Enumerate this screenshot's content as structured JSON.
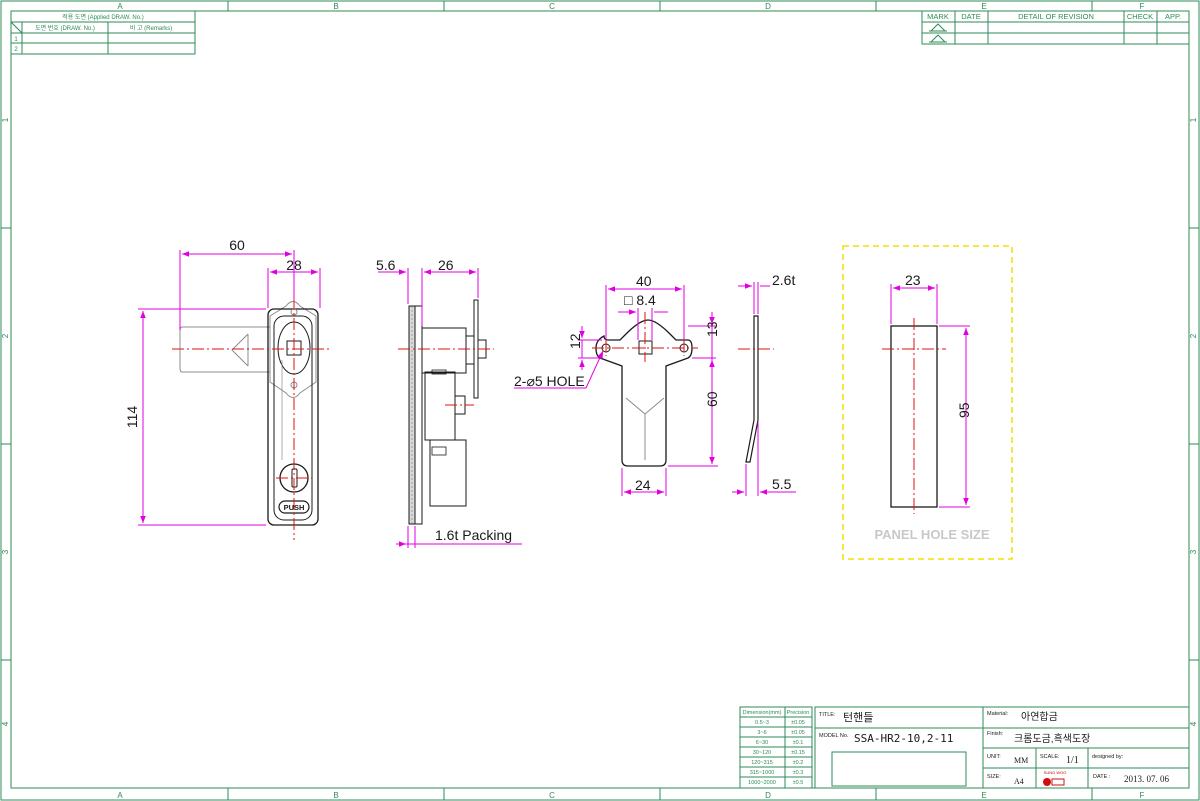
{
  "border": {
    "columns": [
      "A",
      "B",
      "C",
      "D",
      "E",
      "F"
    ],
    "rows": [
      "1",
      "2",
      "3",
      "4"
    ]
  },
  "applied_table": {
    "header": "적용 도면 (Applied DRAW. No.)",
    "col1": "도면 번호 (DRAW. No.)",
    "col2": "비 고 (Remarks)",
    "rows": [
      "1",
      "2"
    ]
  },
  "revision_table": {
    "headers": [
      "MARK",
      "DATE",
      "DETAIL OF REVISION",
      "CHECK",
      "APP."
    ]
  },
  "views": {
    "front": {
      "dim_width_total": "60",
      "dim_width_body": "28",
      "dim_height": "114",
      "push_label": "PUSH"
    },
    "side": {
      "dim_packing_thk": "5.6",
      "dim_depth": "26",
      "packing_label": "1.6t Packing"
    },
    "cam": {
      "dim_width": "40",
      "dim_square": "□ 8.4",
      "dim_offset": "12",
      "dim_offset_r": "13",
      "dim_length": "60",
      "dim_tongue": "24",
      "hole_label": "2-⌀5 HOLE"
    },
    "cam_side": {
      "dim_thk": "2.6t",
      "dim_offset": "5.5"
    },
    "panel": {
      "dim_width": "23",
      "dim_height": "95",
      "label": "PANEL HOLE SIZE"
    }
  },
  "tolerance_table": {
    "headers": [
      "Dimension(mm)",
      "Precision"
    ],
    "rows": [
      [
        "0.5~3",
        "±0.05"
      ],
      [
        "3~6",
        "±0.05"
      ],
      [
        "6~30",
        "±0.1"
      ],
      [
        "30~120",
        "±0.15"
      ],
      [
        "120~315",
        "±0.2"
      ],
      [
        "315~1000",
        "±0.3"
      ],
      [
        "1000~2000",
        "±0.5"
      ]
    ]
  },
  "title_block": {
    "title_label": "TITLE:",
    "title_value": "턴핸들",
    "model_label": "MODEL No.",
    "model_value": "SSA-HR2-10,2-11",
    "material_label": "Material:",
    "material_value": "아연합금",
    "finish_label": "Finish:",
    "finish_value": "크롬도금,흑색도장",
    "unit_label": "UNIT:",
    "unit_value": "MM",
    "scale_label": "SCALE:",
    "scale_value": "1/1",
    "designed_label": "designed by:",
    "size_label": "SIZE:",
    "size_value": "A4",
    "date_label": "DATE :",
    "date_value": "2013. 07. 06",
    "brand": "SUNG WOO"
  },
  "colors": {
    "frame": "#2e8b57",
    "dimension": "#e000e0",
    "centerline": "#e01010",
    "outline": "#1a1a1a",
    "panel_box": "#f2e000",
    "panel_label": "#c8c8c8"
  }
}
